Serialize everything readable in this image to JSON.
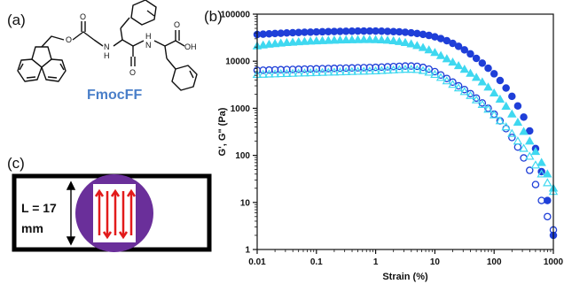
{
  "panels": {
    "a": {
      "label": "(a)",
      "compound_name": "FmocFF",
      "atoms": {
        "o1": "O",
        "o2": "O",
        "o3": "O",
        "o4": "O",
        "oh": "OH",
        "n1": "N",
        "h1": "H",
        "n2": "N",
        "h2": "H"
      }
    },
    "b": {
      "label": "(b)"
    },
    "c": {
      "label": "(c)",
      "dimension_top": "L = 17",
      "dimension_bottom": "mm"
    }
  },
  "colors": {
    "dark_blue": "#1f3fd8",
    "cyan": "#3fd8f0",
    "frame": "#000000",
    "disc": "#6a2f9a",
    "arrows": "#e21b1b",
    "label_blue": "#4a7fc9"
  },
  "chart_data": {
    "type": "scatter",
    "xlabel": "Strain (%)",
    "ylabel": "G', G\" (Pa)",
    "xscale": "log",
    "yscale": "log",
    "xlim": [
      0.01,
      1000
    ],
    "ylim": [
      1,
      100000
    ],
    "xticks": [
      "0.01",
      "0.1",
      "1",
      "10",
      "100",
      "1000"
    ],
    "yticks": [
      "1",
      "10",
      "100",
      "1000",
      "10000",
      "100000"
    ],
    "grid": false,
    "series": [
      {
        "color": "#1f3fd8",
        "marker": "circle",
        "filled": true,
        "x": [
          0.01,
          0.0126,
          0.0159,
          0.02,
          0.0251,
          0.0316,
          0.0398,
          0.0501,
          0.0631,
          0.0794,
          0.1,
          0.126,
          0.159,
          0.2,
          0.251,
          0.316,
          0.398,
          0.501,
          0.631,
          0.794,
          1,
          1.26,
          1.59,
          2,
          2.51,
          3.16,
          3.98,
          5.01,
          6.31,
          7.94,
          10,
          12.6,
          15.9,
          20,
          25.1,
          31.6,
          39.8,
          50.1,
          63.1,
          79.4,
          100,
          126,
          159,
          200,
          251,
          316,
          398,
          501,
          631,
          794,
          1000
        ],
        "y": [
          37000,
          37600,
          38200,
          38800,
          39300,
          39800,
          40300,
          40700,
          41100,
          41500,
          41900,
          42200,
          42500,
          42800,
          43100,
          43300,
          43500,
          43600,
          43700,
          43700,
          43600,
          43400,
          43100,
          42600,
          42000,
          41200,
          40100,
          38800,
          37200,
          35300,
          33000,
          30300,
          27300,
          24000,
          20700,
          17400,
          14300,
          11500,
          9100,
          7100,
          5400,
          3900,
          2700,
          1800,
          1120,
          650,
          330,
          140,
          45,
          11,
          2
        ]
      },
      {
        "color": "#3fd8f0",
        "marker": "triangle",
        "filled": true,
        "x": [
          0.01,
          0.0126,
          0.0159,
          0.02,
          0.0251,
          0.0316,
          0.0398,
          0.0501,
          0.0631,
          0.0794,
          0.1,
          0.126,
          0.159,
          0.2,
          0.251,
          0.316,
          0.398,
          0.501,
          0.631,
          0.794,
          1,
          1.26,
          1.59,
          2,
          2.51,
          3.16,
          3.98,
          5.01,
          6.31,
          7.94,
          10,
          12.6,
          15.9,
          20,
          25.1,
          31.6,
          39.8,
          50.1,
          63.1,
          79.4,
          100,
          126,
          159,
          200,
          251,
          316,
          398,
          501,
          631,
          794,
          1000
        ],
        "y": [
          21000,
          22000,
          22800,
          23500,
          24100,
          24700,
          25200,
          25700,
          26100,
          26500,
          26900,
          27200,
          27500,
          27800,
          28000,
          28200,
          28400,
          28500,
          28600,
          28600,
          28500,
          28200,
          27700,
          27000,
          26000,
          24800,
          23200,
          21400,
          19400,
          17300,
          15200,
          13100,
          11200,
          9500,
          8000,
          6700,
          5500,
          4500,
          3600,
          2800,
          2100,
          1550,
          1100,
          750,
          500,
          320,
          200,
          120,
          70,
          40,
          20
        ]
      },
      {
        "color": "#1f3fd8",
        "marker": "circle",
        "filled": false,
        "x": [
          0.01,
          0.0126,
          0.0159,
          0.02,
          0.0251,
          0.0316,
          0.0398,
          0.0501,
          0.0631,
          0.0794,
          0.1,
          0.126,
          0.159,
          0.2,
          0.251,
          0.316,
          0.398,
          0.501,
          0.631,
          0.794,
          1,
          1.26,
          1.59,
          2,
          2.51,
          3.16,
          3.98,
          5.01,
          6.31,
          7.94,
          10,
          12.6,
          15.9,
          20,
          25.1,
          31.6,
          39.8,
          50.1,
          63.1,
          79.4,
          100,
          126,
          159,
          200,
          251,
          316,
          398,
          501,
          631,
          794,
          1000
        ],
        "y": [
          6400,
          6450,
          6500,
          6550,
          6600,
          6650,
          6700,
          6750,
          6800,
          6850,
          6900,
          6950,
          7000,
          7050,
          7100,
          7150,
          7200,
          7250,
          7300,
          7350,
          7400,
          7500,
          7600,
          7700,
          7800,
          7900,
          7900,
          7800,
          7400,
          6800,
          6000,
          5100,
          4300,
          3600,
          3000,
          2500,
          2050,
          1650,
          1300,
          1000,
          750,
          540,
          370,
          240,
          150,
          88,
          48,
          24,
          11,
          5,
          2.6
        ]
      },
      {
        "color": "#3fd8f0",
        "marker": "triangle",
        "filled": false,
        "x": [
          0.01,
          0.0126,
          0.0159,
          0.02,
          0.0251,
          0.0316,
          0.0398,
          0.0501,
          0.0631,
          0.0794,
          0.1,
          0.126,
          0.159,
          0.2,
          0.251,
          0.316,
          0.398,
          0.501,
          0.631,
          0.794,
          1,
          1.26,
          1.59,
          2,
          2.51,
          3.16,
          3.98,
          5.01,
          6.31,
          7.94,
          10,
          12.6,
          15.9,
          20,
          25.1,
          31.6,
          39.8,
          50.1,
          63.1,
          79.4,
          100,
          126,
          159,
          200,
          251,
          316,
          398,
          501,
          631,
          794,
          1000
        ],
        "y": [
          5200,
          5250,
          5300,
          5350,
          5400,
          5450,
          5500,
          5550,
          5600,
          5650,
          5700,
          5750,
          5800,
          5850,
          5900,
          5950,
          6000,
          6050,
          6100,
          6150,
          6200,
          6300,
          6400,
          6500,
          6600,
          6700,
          6700,
          6600,
          6300,
          5800,
          5200,
          4500,
          3800,
          3200,
          2700,
          2250,
          1850,
          1500,
          1200,
          950,
          720,
          540,
          400,
          290,
          200,
          140,
          95,
          62,
          40,
          26,
          17
        ]
      }
    ]
  }
}
